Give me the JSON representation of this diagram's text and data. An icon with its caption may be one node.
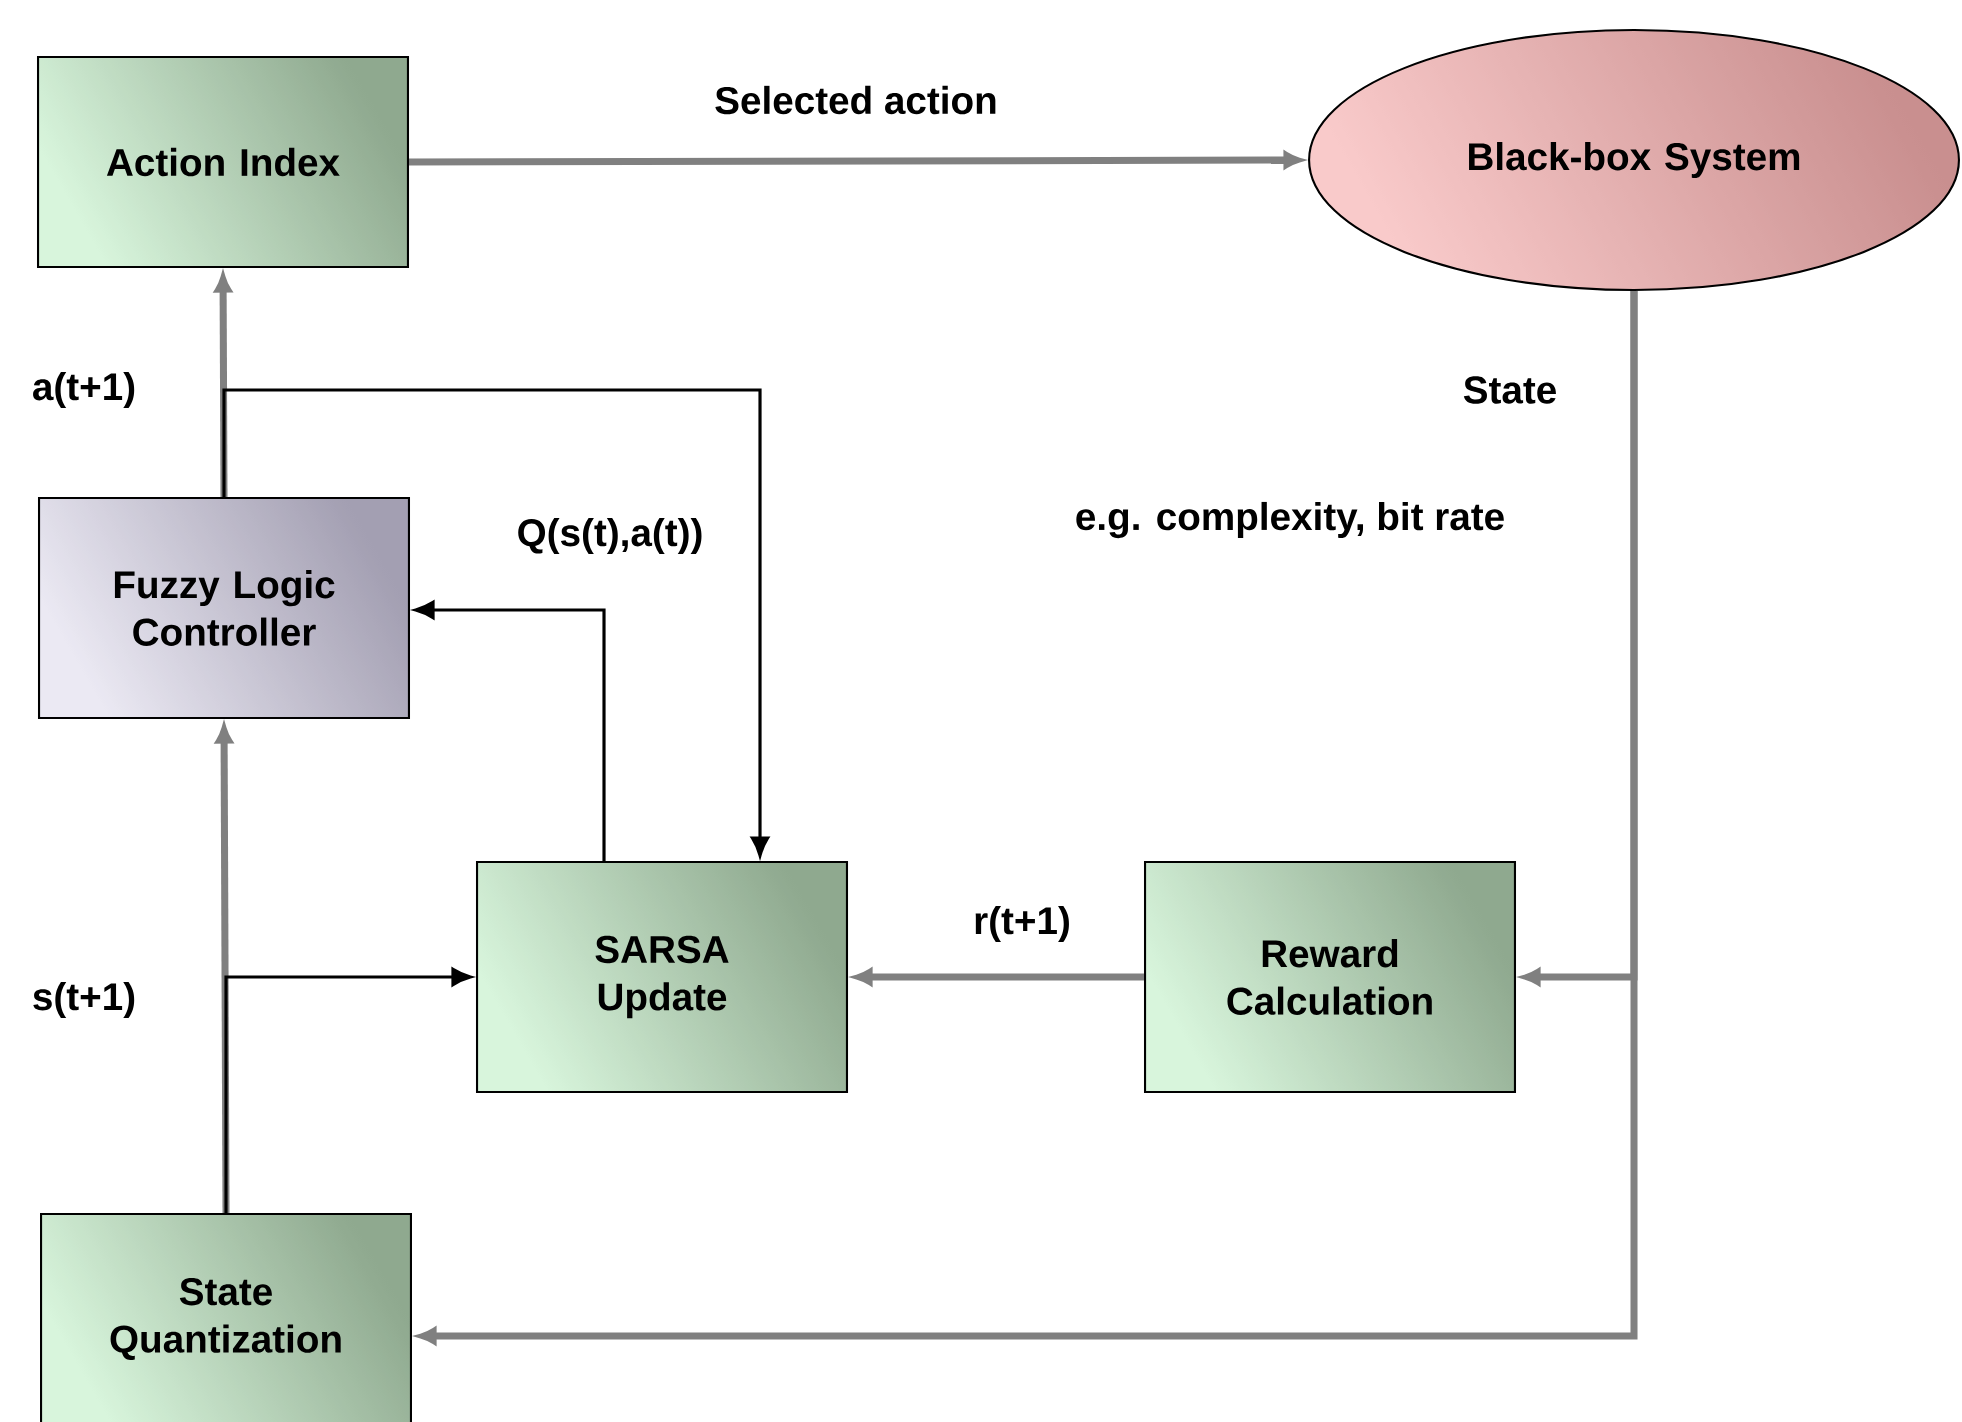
{
  "diagram": {
    "nodes": [
      {
        "text": [
          "Action Index"
        ]
      },
      {
        "text": [
          "Black-box System"
        ]
      },
      {
        "text": [
          "Fuzzy Logic Controller"
        ]
      },
      {
        "text": [
          "SARSA Update"
        ]
      },
      {
        "text": [
          "Reward Calculation"
        ]
      },
      {
        "text": [
          "State Quantization"
        ]
      }
    ],
    "edges": [
      {
        "from": 0,
        "to": 1,
        "arrow": "to",
        "label": "Selected action"
      },
      {
        "from": 2,
        "to": 0,
        "arrow": "to",
        "label": "a(t+1)"
      },
      {
        "from": 2,
        "to": 3,
        "arrow": "to",
        "color": "#000000"
      },
      {
        "from": 3,
        "to": 2,
        "arrow": "to",
        "label": "Q(s(t),a(t))",
        "color": "#000000"
      },
      {
        "from": 4,
        "to": 3,
        "arrow": "to",
        "label": "r(t+1)"
      },
      {
        "from": 1,
        "to": 4,
        "arrow": "to"
      },
      {
        "from": 1,
        "to": 5,
        "arrow": "to"
      },
      {
        "from": 5,
        "to": 2,
        "arrow": "to",
        "label": "s(t+1)"
      },
      {
        "from": 5,
        "to": 3,
        "arrow": "to",
        "color": "#000000"
      }
    ],
    "labels": [
      "State",
      "e.g. complexity, bit rate"
    ]
  }
}
